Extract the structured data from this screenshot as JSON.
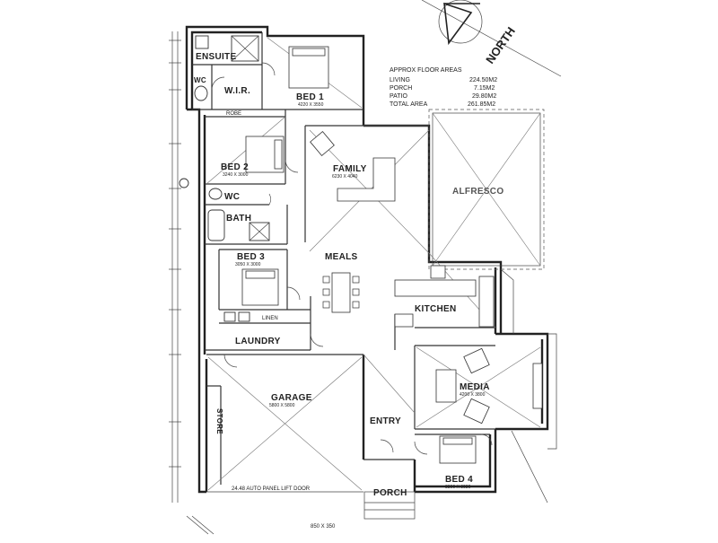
{
  "compass": {
    "label": "NORTH"
  },
  "floor_areas": {
    "heading": "APPROX FLOOR AREAS",
    "rows": [
      {
        "label": "LIVING",
        "value": "224.50M2"
      },
      {
        "label": "PORCH",
        "value": "7.15M2"
      },
      {
        "label": "PATIO",
        "value": "29.80M2"
      },
      {
        "label": "TOTAL AREA",
        "value": "261.85M2"
      }
    ]
  },
  "rooms": {
    "ensuite": "ENSUITE",
    "wc_ensuite": "WC",
    "wir": "W.I.R.",
    "bed1": "BED 1",
    "bed1_dim": "4220 X 3550",
    "robe": "ROBE",
    "bed2": "BED 2",
    "bed2_dim": "3240 X 3000",
    "wc": "WC",
    "bath": "BATH",
    "family": "FAMILY",
    "family_dim": "6230 X 4040",
    "alfresco": "ALFRESCO",
    "meals": "MEALS",
    "kitchen": "KITCHEN",
    "bed3": "BED 3",
    "bed3_dim": "3050 X 3000",
    "laundry": "LAUNDRY",
    "linen": "LINEN",
    "garage": "GARAGE",
    "garage_dim": "5800 X 5800",
    "store": "STORE",
    "entry": "ENTRY",
    "media": "MEDIA",
    "media_dim": "4200 X 3800",
    "bed4": "BED 4",
    "bed4_dim": "3300 X 3030",
    "porch": "PORCH"
  },
  "notes": {
    "garage_door": "24.48 AUTO PANEL LIFT DOOR",
    "bottom_dim": "850 X 350"
  }
}
